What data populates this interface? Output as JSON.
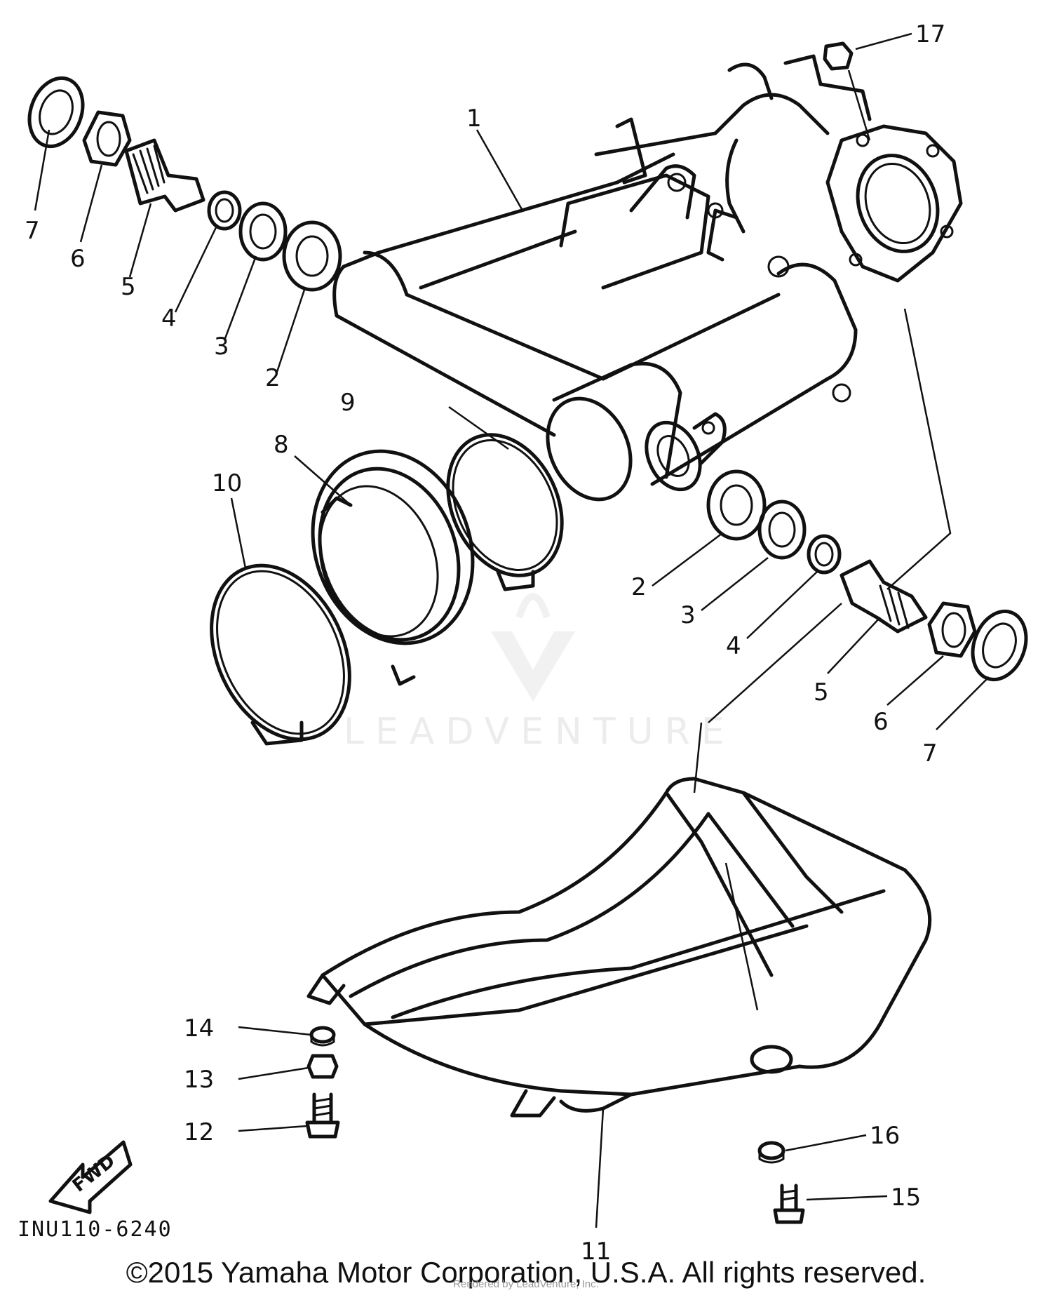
{
  "diagram": {
    "part_labels": [
      "1",
      "2",
      "3",
      "4",
      "5",
      "6",
      "7",
      "2",
      "3",
      "4",
      "5",
      "6",
      "7",
      "8",
      "9",
      "10",
      "11",
      "12",
      "13",
      "14",
      "15",
      "16",
      "17"
    ],
    "fwd_label": "FWD",
    "figure_code": "INU110-6240",
    "watermark": "LEADVENTURE",
    "copyright": "©2015 Yamaha Motor Corporation, U.S.A. All rights reserved.",
    "rendered_by": "Rendered by LeadVenture, Inc."
  }
}
